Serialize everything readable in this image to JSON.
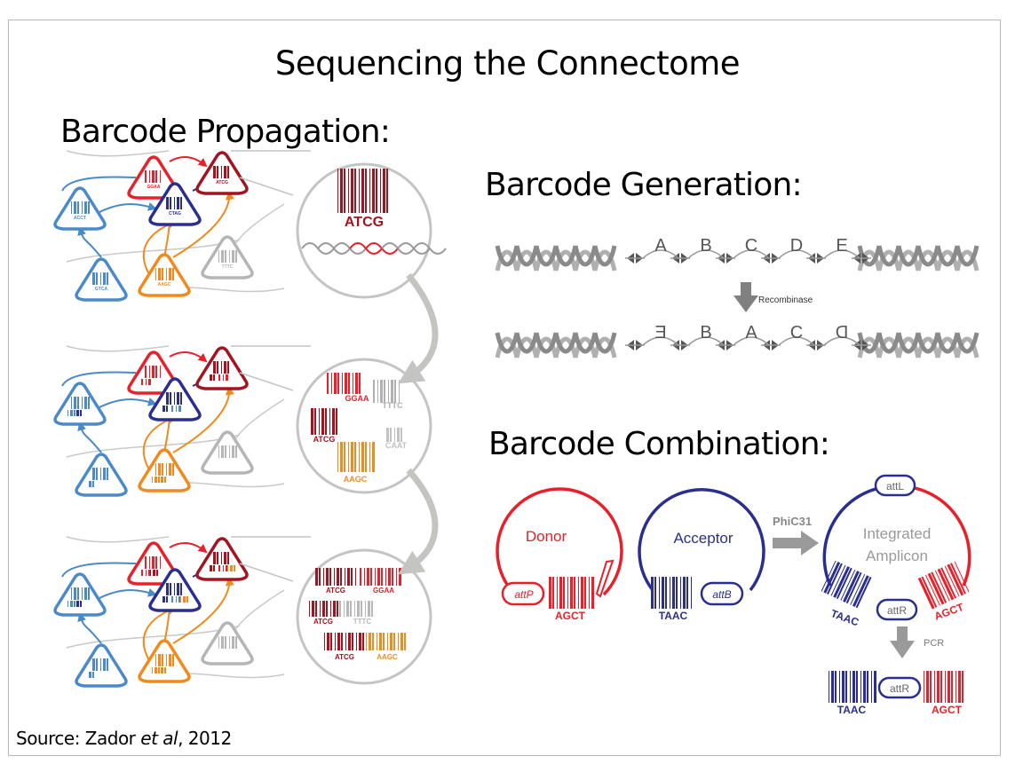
{
  "title": "Sequencing the Connectome",
  "headings": {
    "propagation": "Barcode Propagation:",
    "generation": "Barcode Generation:",
    "combination": "Barcode Combination:"
  },
  "source": {
    "prefix": "Source: Zador ",
    "italic": "et al",
    "suffix": ", 2012"
  },
  "propagation": {
    "panel1_codes": [
      "GGAA",
      "ATCG",
      "ACCT",
      "CTAG",
      "TTTC",
      "GTCA",
      "AAGC"
    ],
    "panel1_zoom": "ATCG",
    "panel2_zoom": [
      "GGAA",
      "TTTC",
      "ATCG",
      "CAAT",
      "AAGC"
    ],
    "panel3_zoom": [
      "ATCG",
      "GGAA",
      "ATCG",
      "TTTC",
      "ATCG",
      "AAGC"
    ]
  },
  "generation": {
    "top_letters": [
      "A",
      "B",
      "C",
      "D",
      "E"
    ],
    "bottom_letters": [
      "E",
      "B",
      "A",
      "C",
      "D"
    ],
    "recombinase": "Recombinase"
  },
  "combination": {
    "donor": "Donor",
    "acceptor": "Acceptor",
    "phic31": "PhiC31",
    "integrated_line1": "Integrated",
    "integrated_line2": "Amplicon",
    "attP": "attP",
    "attB": "attB",
    "attL": "attL",
    "attR": "attR",
    "pcr": "PCR",
    "agct": "AGCT",
    "taac": "TAAC"
  },
  "colors": {
    "red": "#e8202a",
    "dark_red": "#a11521",
    "navy": "#2a2f8f",
    "blue": "#4a8ac8",
    "orange": "#f18a1c",
    "gray": "#b5b5b5"
  }
}
